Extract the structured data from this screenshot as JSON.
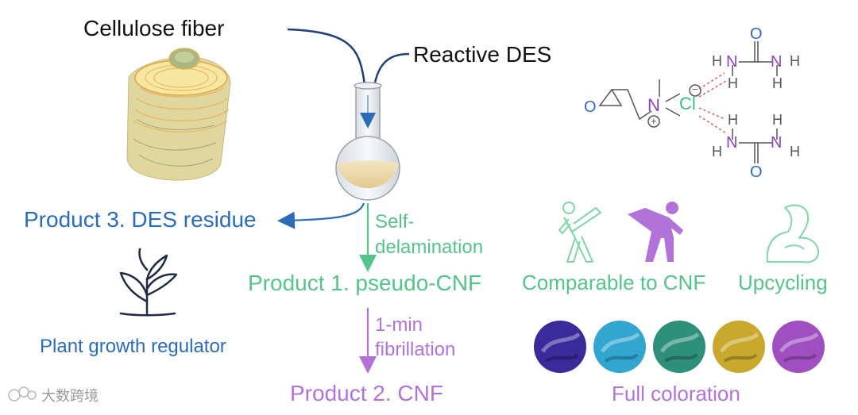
{
  "colors": {
    "blue": "#2a6db6",
    "navy": "#1f3f79",
    "green": "#55c48a",
    "purple": "#b173d8",
    "chem_blue": "#2f69c7",
    "chem_purple": "#8a46c9",
    "chem_green": "#3fc083",
    "chem_red": "#e05a5a"
  },
  "labels": {
    "cellulose_fiber": "Cellulose fiber",
    "reactive_des": "Reactive DES",
    "product3": "Product 3. DES residue",
    "plant_regulator": "Plant growth regulator",
    "self_delam_1": "Self-",
    "self_delam_2": "delamination",
    "product1": "Product 1. pseudo-CNF",
    "one_min_1": "1-min",
    "one_min_2": "fibrillation",
    "product2": "Product 2. CNF",
    "comparable": "Comparable to CNF",
    "upcycling": "Upcycling",
    "full_coloration": "Full coloration",
    "watermark": "大数跨境"
  },
  "chem": {
    "o": "O",
    "n": "N",
    "cl": "Cl",
    "h": "H",
    "plus": "+",
    "minus": "−"
  },
  "swatches": [
    "#3a2a9a",
    "#33a6d0",
    "#2e8f7a",
    "#c9a82e",
    "#a04fc0"
  ],
  "icons": {
    "fiber": "cellulose-fiber-illustration",
    "flask": "round-bottom-flask-icon",
    "plant": "plant-sprout-icon",
    "kick_outline": "karate-kick-outline-icon",
    "kick_filled": "karate-kick-filled-icon",
    "muscle": "flexed-arm-icon",
    "watermark": "watermark-logo-icon"
  }
}
